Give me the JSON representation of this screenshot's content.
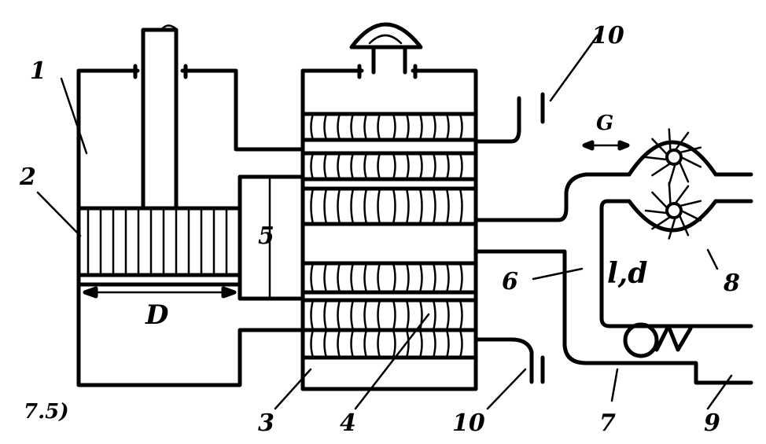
{
  "labels": {
    "l1": "1",
    "l2": "2",
    "l3": "3",
    "l4": "4",
    "l5": "5",
    "l6": "6",
    "l7": "7",
    "l8": "8",
    "l9": "9",
    "l10_top": "10",
    "l10_bottom": "10",
    "diameter": "D",
    "flow": "G",
    "length_diameter": "l,d",
    "figure": "7.5)"
  },
  "colors": {
    "ink": "#000000",
    "paper": "#ffffff"
  }
}
